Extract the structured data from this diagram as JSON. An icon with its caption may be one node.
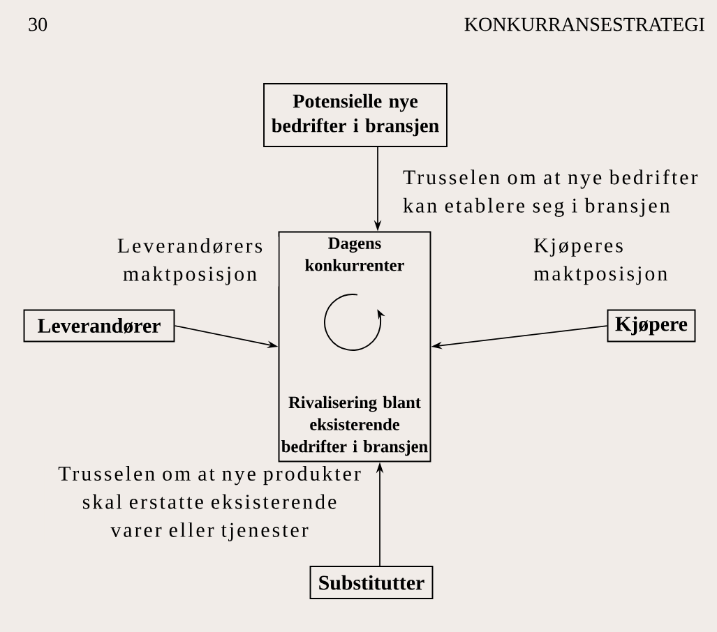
{
  "diagram": {
    "nodes": [
      {
        "text": [
          "Potensielle nye bedrifter i bransjen"
        ]
      },
      {
        "text": [
          "Dagens konkurrenter",
          "Rivalisering blant eksisterende bedrifter i bransjen"
        ]
      },
      {
        "text": [
          "Leverandører"
        ]
      },
      {
        "text": [
          "Kjøpere"
        ]
      },
      {
        "text": [
          "Substitutter"
        ]
      }
    ],
    "edges": [
      {
        "from": 0,
        "to": 1,
        "arrow": "to",
        "label": "Trusselen om at nye bedrifter kan etablere seg i bransjen"
      },
      {
        "from": 2,
        "to": 1,
        "arrow": "to",
        "label": "Leverandørers maktposisjon"
      },
      {
        "from": 3,
        "to": 1,
        "arrow": "to",
        "label": "Kjøperes maktposisjon"
      },
      {
        "from": 4,
        "to": 1,
        "arrow": "to",
        "label": "Trusselen om at nye produkter skal erstatte eksisterende varer eller tjenester"
      }
    ],
    "labels": [
      "30",
      "KONKURRANSESTRATEGI"
    ]
  }
}
